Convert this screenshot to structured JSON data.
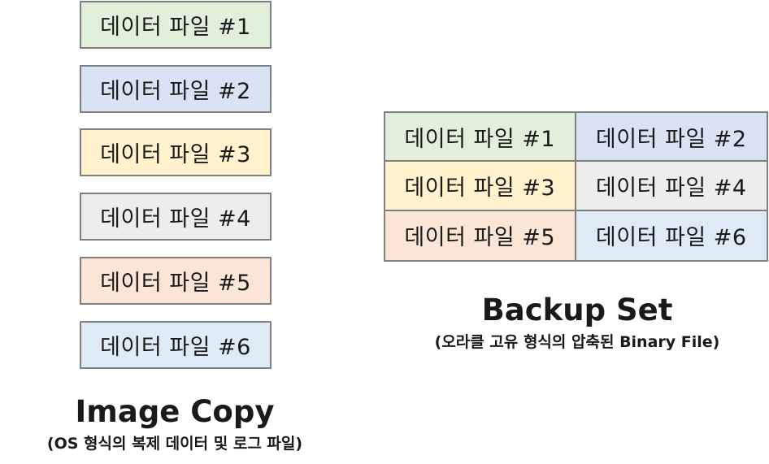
{
  "colors": {
    "green": "#e2efda",
    "blue": "#dae3f3",
    "yellow": "#fff2cc",
    "gray": "#ededed",
    "peach": "#fbe5d6",
    "lightblue": "#deebf7",
    "border": "#7f7f7f"
  },
  "image_copy": {
    "files": [
      {
        "label": "데이터 파일 #1"
      },
      {
        "label": "데이터 파일 #2"
      },
      {
        "label": "데이터 파일 #3"
      },
      {
        "label": "데이터 파일 #4"
      },
      {
        "label": "데이터 파일 #5"
      },
      {
        "label": "데이터 파일 #6"
      }
    ],
    "title": "Image Copy",
    "subtitle": "(OS 형식의 복제 데이터 및 로그 파일)"
  },
  "backup_set": {
    "cells": [
      {
        "label": "데이터 파일 #1"
      },
      {
        "label": "데이터 파일 #2"
      },
      {
        "label": "데이터 파일 #3"
      },
      {
        "label": "데이터 파일 #4"
      },
      {
        "label": "데이터 파일 #5"
      },
      {
        "label": "데이터 파일 #6"
      }
    ],
    "title": "Backup Set",
    "subtitle": "(오라클 고유 형식의 압축된 Binary File)"
  }
}
